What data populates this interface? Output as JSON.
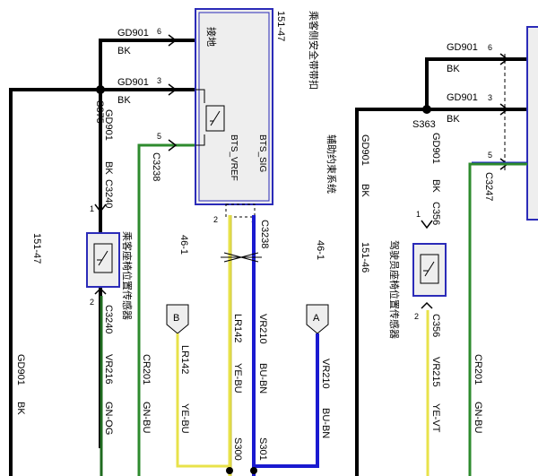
{
  "colors": {
    "black": "#000000",
    "green": "#2e8b2e",
    "green_dark": "#1f6b1f",
    "yellow": "#e8e24a",
    "blue": "#1a1ad0",
    "box_border": "#2b2bb8",
    "box_fill": "#eeeeee"
  },
  "gd901": "GD901",
  "bk": "BK",
  "pin1": "1",
  "pin2": "2",
  "pin3": "3",
  "pin5": "5",
  "pin6": "6",
  "buckle_box": {
    "title": "乘客侧安全带带扣",
    "ref": "151-47",
    "ground_label": "接地",
    "sig_label": "BTS_SIG",
    "vref_label": "BTS_VREF"
  },
  "s375": "S375",
  "c3240": "C3240",
  "c3238": "C3238",
  "ref_151_47": "151-47",
  "ref_46_1": "46-1",
  "ref_151_46": "151-46",
  "passenger_sensor": "乘客座椅位置传感器",
  "driver_sensor": "驾驶员座椅位置传感器",
  "restraint_system": "辅助约束系统",
  "connector_b": "B",
  "connector_a": "A",
  "vr216": "VR216",
  "gn_og": "GN-OG",
  "cr201": "CR201",
  "gn_bu": "GN-BU",
  "lr142": "LR142",
  "ye_bu": "YE-BU",
  "vr210": "VR210",
  "bu_bn": "BU-BN",
  "s300": "S300",
  "s301": "S301",
  "s363": "S363",
  "c356": "C356",
  "c3247": "C3247",
  "vr215": "VR215",
  "ye_vt": "YE-VT"
}
